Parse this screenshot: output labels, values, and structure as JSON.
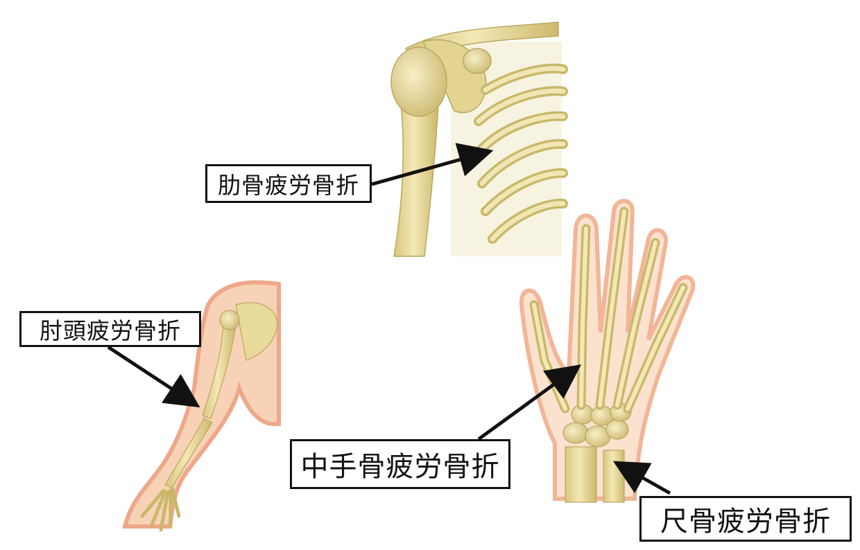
{
  "labels": {
    "rib": "肋骨疲労骨折",
    "olecranon": "肘頭疲労骨折",
    "metacarpal": "中手骨疲労骨折",
    "ulna": "尺骨疲労骨折"
  },
  "colors": {
    "bone": "#ecdfa2",
    "bone_shadow": "#c9b86a",
    "skin": "#f6c7a8",
    "skin_edge": "#eea889",
    "arrow": "#111111"
  }
}
